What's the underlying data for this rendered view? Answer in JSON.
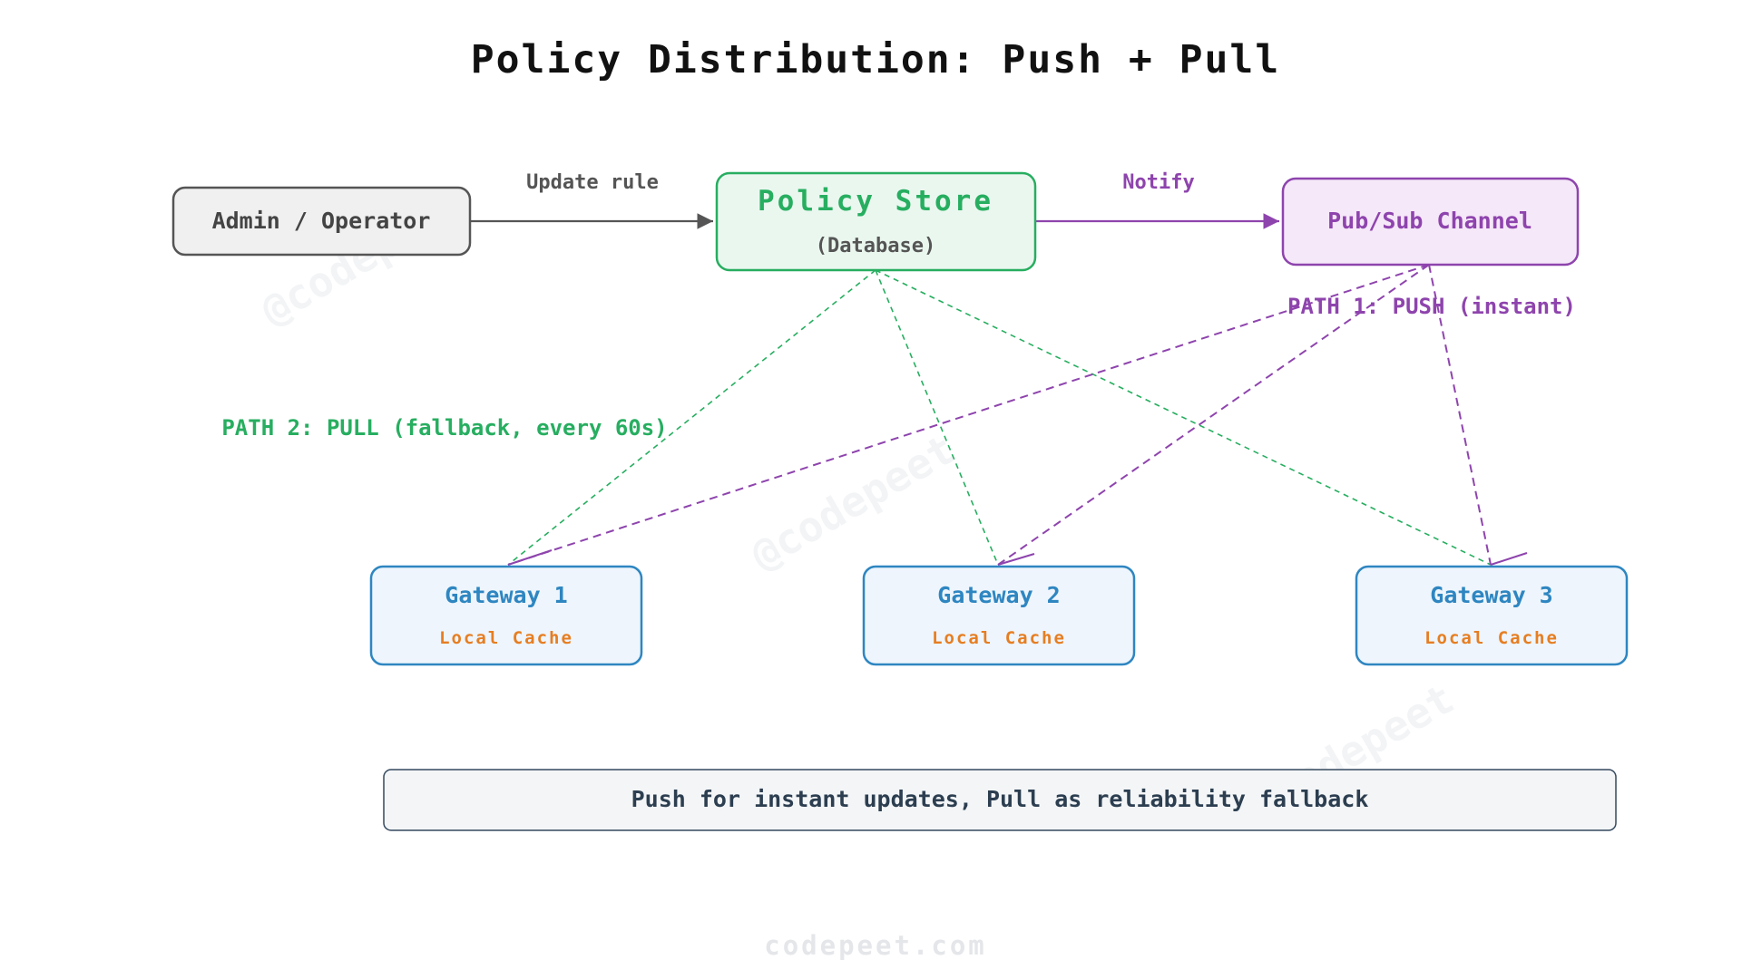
{
  "title": "Policy Distribution: Push + Pull",
  "colors": {
    "admin": "#555555",
    "admin_fill": "#f0f0f0",
    "store": "#27ae60",
    "store_fill": "#eaf7ef",
    "pubsub": "#8e44ad",
    "pubsub_fill": "#f5e8f8",
    "gateway": "#2e86c1",
    "gateway_fill": "#eef5fc",
    "cache": "#e67e22",
    "note_border": "#34495e",
    "note_fill": "#f3f5f7"
  },
  "nodes": {
    "admin": {
      "label": "Admin / Operator"
    },
    "store": {
      "label": "Policy Store",
      "sublabel": "(Database)"
    },
    "pubsub": {
      "label": "Pub/Sub Channel"
    },
    "gateways": [
      {
        "label": "Gateway 1",
        "sublabel": "Local Cache"
      },
      {
        "label": "Gateway 2",
        "sublabel": "Local Cache"
      },
      {
        "label": "Gateway 3",
        "sublabel": "Local Cache"
      }
    ]
  },
  "edges": {
    "update_rule": "Update rule",
    "notify": "Notify",
    "push_path": "PATH 1: PUSH (instant)",
    "pull_path": "PATH 2: PULL (fallback, every 60s)"
  },
  "note": "Push for instant updates, Pull as reliability fallback",
  "watermark": "@codepeet",
  "footer": "codepeet.com"
}
